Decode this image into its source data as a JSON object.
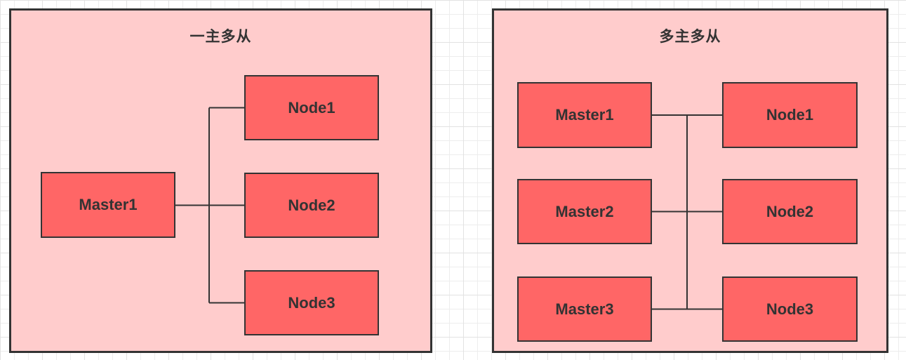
{
  "diagrams": [
    {
      "title": "一主多从",
      "boxes": [
        {
          "label": "Master1",
          "role": "master"
        },
        {
          "label": "Node1",
          "role": "slave"
        },
        {
          "label": "Node2",
          "role": "slave"
        },
        {
          "label": "Node3",
          "role": "slave"
        }
      ],
      "edges": [
        "Master1-Node1",
        "Master1-Node2",
        "Master1-Node3"
      ]
    },
    {
      "title": "多主多从",
      "boxes": [
        {
          "label": "Master1",
          "role": "master"
        },
        {
          "label": "Master2",
          "role": "master"
        },
        {
          "label": "Master3",
          "role": "master"
        },
        {
          "label": "Node1",
          "role": "slave"
        },
        {
          "label": "Node2",
          "role": "slave"
        },
        {
          "label": "Node3",
          "role": "slave"
        }
      ],
      "edges": [
        "Master1-Node1",
        "Master2-Node2",
        "Master3-Node3",
        "shared-vertical-bus"
      ]
    }
  ],
  "colors": {
    "box_fill": "#ff6666",
    "container_fill": "#ffcccc",
    "stroke": "#333333",
    "text": "#333333",
    "grid_line": "#ededed",
    "grid_major": "#e2e2e2",
    "canvas_bg": "#ffffff"
  }
}
